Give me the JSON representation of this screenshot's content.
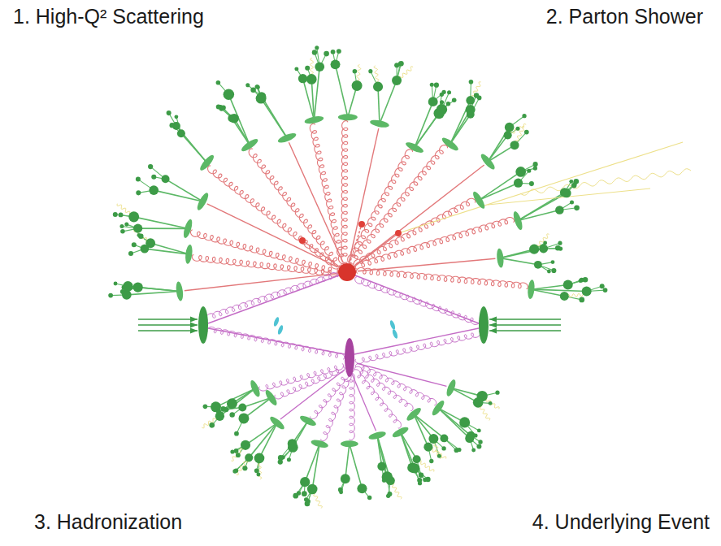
{
  "diagram": {
    "labels": [
      "1. High-Q² Scattering",
      "2. Parton Shower",
      "3. Hadronization",
      "4. Underlying Event"
    ]
  }
}
